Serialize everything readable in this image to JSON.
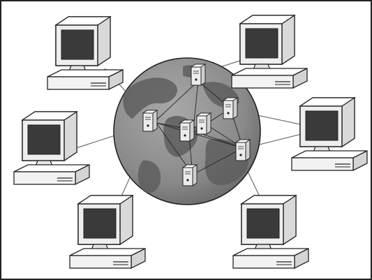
{
  "diagram": {
    "description_visible_text": [],
    "nodes": {
      "globe": {
        "icon": "globe-icon"
      },
      "servers": [
        {
          "id": "srv-top"
        },
        {
          "id": "srv-left"
        },
        {
          "id": "srv-center-a"
        },
        {
          "id": "srv-center-b"
        },
        {
          "id": "srv-right"
        },
        {
          "id": "srv-right-low"
        },
        {
          "id": "srv-bottom"
        }
      ],
      "computers": [
        {
          "id": "pc-top-left"
        },
        {
          "id": "pc-top-right"
        },
        {
          "id": "pc-mid-left"
        },
        {
          "id": "pc-mid-right"
        },
        {
          "id": "pc-bottom-left"
        },
        {
          "id": "pc-bottom-right"
        }
      ]
    },
    "colors": {
      "border": "#222222",
      "globe_ocean": "#8c8c8c",
      "globe_land": "#5e5e5e",
      "screen": "#3a3a3a",
      "device_body": "#f2f2f2",
      "line": "#555555"
    }
  }
}
